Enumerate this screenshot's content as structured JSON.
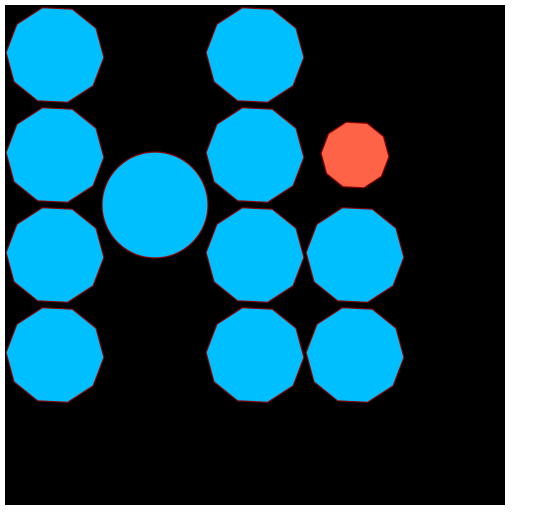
{
  "board": {
    "background_color": "#000000",
    "grid_columns": 5,
    "grid_rows": 5
  },
  "pieces": [
    {
      "id": "piece-blue-r1c1",
      "row": 1,
      "col": 1,
      "color": "#00bfff",
      "shape": "decagon"
    },
    {
      "id": "piece-blue-r1c3",
      "row": 1,
      "col": 3,
      "color": "#00bfff",
      "shape": "decagon"
    },
    {
      "id": "piece-blue-r2c1",
      "row": 2,
      "col": 1,
      "color": "#00bfff",
      "shape": "decagon"
    },
    {
      "id": "piece-blue-r2c3",
      "row": 2,
      "col": 3,
      "color": "#00bfff",
      "shape": "decagon"
    },
    {
      "id": "piece-red-r2c4",
      "row": 2,
      "col": 4,
      "color": "#ff6347",
      "shape": "decagon-small"
    },
    {
      "id": "piece-blue-big-r2_5c2",
      "row": 2.5,
      "col": 2,
      "color": "#00bfff",
      "shape": "circle-large"
    },
    {
      "id": "piece-blue-r3c1",
      "row": 3,
      "col": 1,
      "color": "#00bfff",
      "shape": "decagon"
    },
    {
      "id": "piece-blue-r3c3",
      "row": 3,
      "col": 3,
      "color": "#00bfff",
      "shape": "decagon"
    },
    {
      "id": "piece-blue-r3c4",
      "row": 3,
      "col": 4,
      "color": "#00bfff",
      "shape": "decagon"
    },
    {
      "id": "piece-blue-r4c1",
      "row": 4,
      "col": 1,
      "color": "#00bfff",
      "shape": "decagon"
    },
    {
      "id": "piece-blue-r4c3",
      "row": 4,
      "col": 3,
      "color": "#00bfff",
      "shape": "decagon"
    },
    {
      "id": "piece-blue-r4c4",
      "row": 4,
      "col": 4,
      "color": "#00bfff",
      "shape": "decagon"
    }
  ],
  "outline_color": "#8b0000",
  "page_background": "#ffffff"
}
